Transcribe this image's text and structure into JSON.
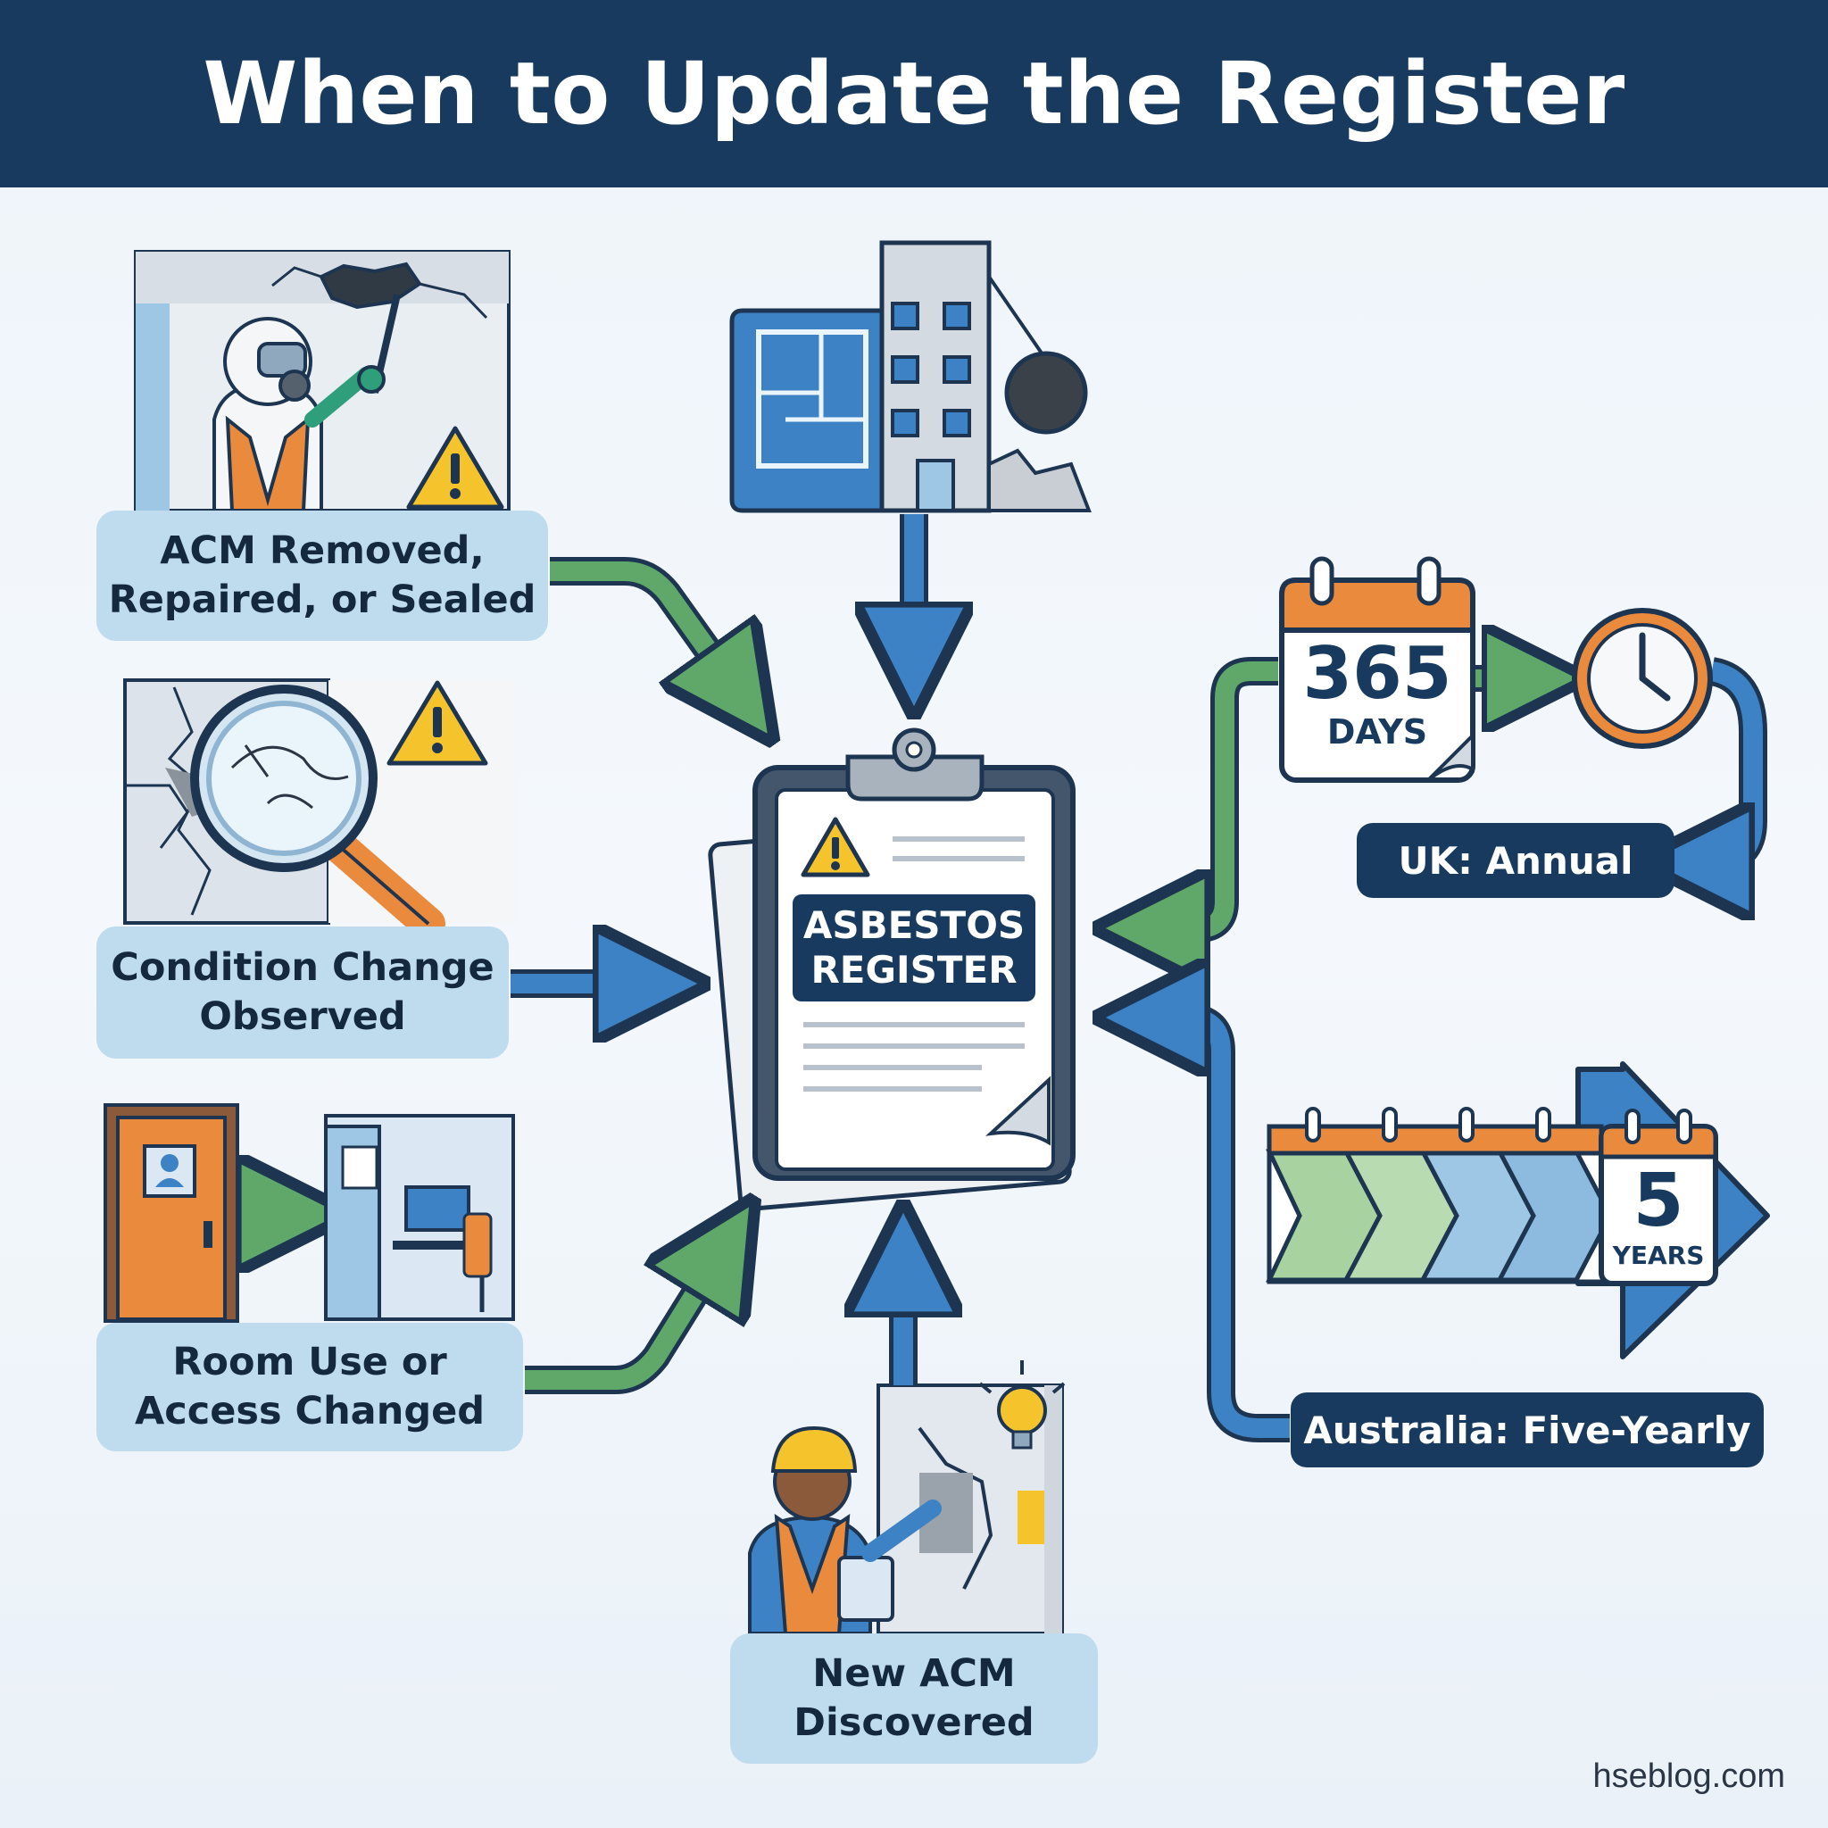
{
  "header": {
    "title": "When to Update the Register"
  },
  "center": {
    "register_line1": "ASBESTOS",
    "register_line2": "REGISTER"
  },
  "triggers": [
    {
      "line1": "ACM Removed,",
      "line2": "Repaired, or Sealed"
    },
    {
      "line1": "Condition Change",
      "line2": "Observed"
    },
    {
      "line1": "Room Use or",
      "line2": "Access Changed"
    },
    {
      "line1": "New ACM",
      "line2": "Discovered"
    }
  ],
  "schedules": {
    "uk": {
      "count": "365",
      "unit": "DAYS",
      "label": "UK: Annual"
    },
    "australia": {
      "count": "5",
      "unit": "YEARS",
      "label": "Australia: Five-Yearly"
    }
  },
  "footer": {
    "source": "hseblog.com"
  },
  "colors": {
    "navy": "#173a5e",
    "blue_arrow": "#3d82c4",
    "green_arrow": "#5fa86a",
    "orange": "#e98a3c",
    "label_bg": "#bfdbee",
    "warning_yellow": "#f5c42c"
  }
}
